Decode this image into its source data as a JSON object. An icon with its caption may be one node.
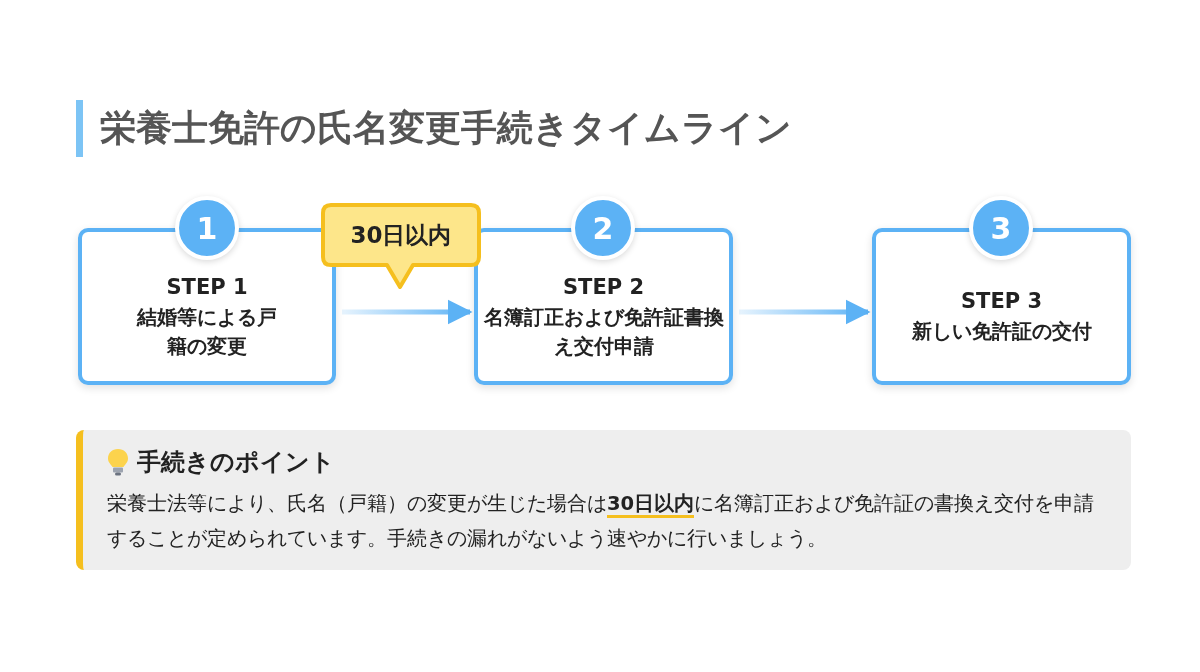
{
  "diagram": {
    "title": "栄養士免許の氏名変更手続きタイムライン",
    "nodes": [
      {
        "text": [
          "1"
        ]
      },
      {
        "text": [
          "STEP 1",
          "結婚等による戸籍の変更"
        ]
      },
      {
        "text": [
          "30日以内"
        ]
      },
      {
        "text": [
          "2"
        ]
      },
      {
        "text": [
          "STEP 2",
          "名簿訂正および免許証書換え交付申請"
        ]
      },
      {
        "text": [
          "3"
        ]
      },
      {
        "text": [
          "STEP 3",
          "新しい免許証の交付"
        ]
      },
      {
        "text": [
          "手続きのポイント",
          "栄養士法等により、氏名（戸籍）の変更が生じた場合は**30日以内**に名簿訂正および免許証の書換え交付を申請することが定められています。手続きの漏れがないよう速やかに行いましょう。"
        ]
      }
    ],
    "edges": [
      {
        "from": 1,
        "to": 4,
        "arrow": "to"
      },
      {
        "from": 4,
        "to": 6,
        "arrow": "to"
      }
    ]
  }
}
